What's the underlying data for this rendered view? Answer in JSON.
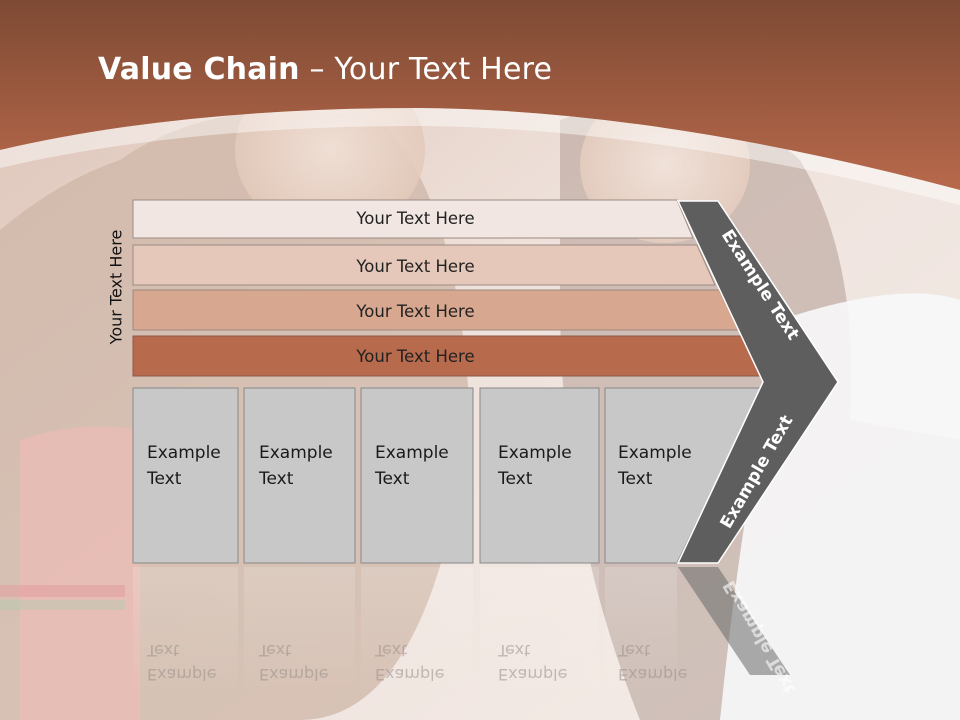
{
  "slide": {
    "title_bold": "Value Chain",
    "title_rest": " – Your Text Here",
    "side_label": "Your Text Here"
  },
  "bars": [
    {
      "label": "Your Text Here"
    },
    {
      "label": "Your Text Here"
    },
    {
      "label": "Your Text Here"
    },
    {
      "label": "Your Text Here"
    }
  ],
  "boxes": [
    {
      "label": "Example Text"
    },
    {
      "label": "Example Text"
    },
    {
      "label": "Example Text"
    },
    {
      "label": "Example Text"
    },
    {
      "label": "Example Text"
    }
  ],
  "chevron": {
    "upper": "Example Text",
    "lower": "Example Text"
  },
  "colors": {
    "header": "#a9583a",
    "bar1": "#f1e6e2",
    "bar2": "#e6c8ba",
    "bar3": "#d7a78f",
    "bar4": "#b86a4c",
    "box": "#c8c8c8",
    "chevron": "#5e5e5e"
  }
}
